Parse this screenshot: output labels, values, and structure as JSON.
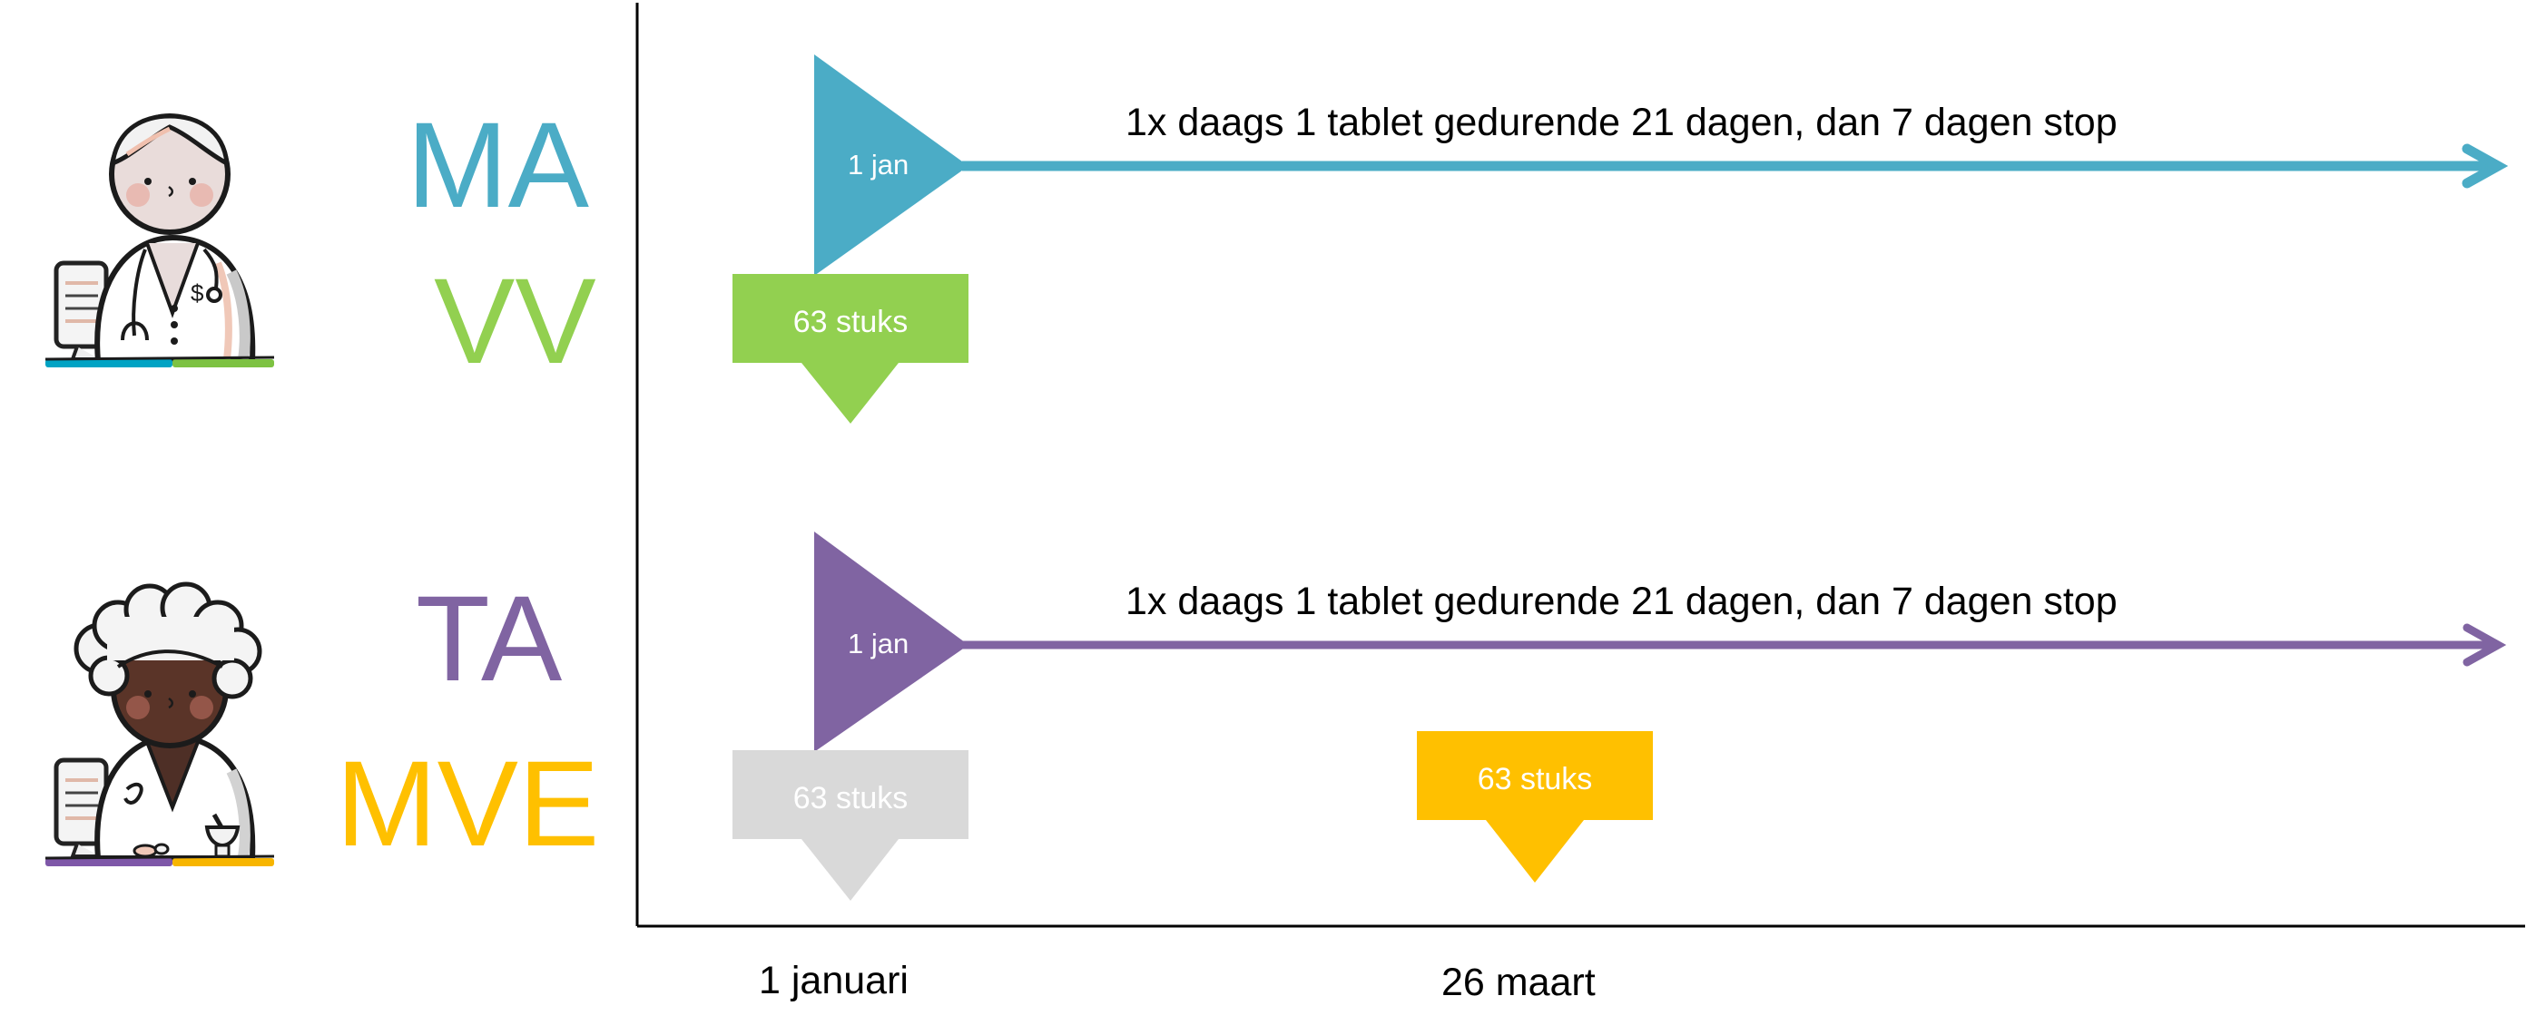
{
  "colors": {
    "ma": "#4BACC6",
    "vv": "#92D050",
    "ta": "#8064A2",
    "mve": "#FFC000",
    "inactive": "#D9D9D9",
    "axis": "#000000",
    "text_on_shape": "#FFFFFF"
  },
  "actors": [
    {
      "name": "doctor",
      "illustration": "doctor-illustration",
      "roles": [
        {
          "code": "MA",
          "color_key": "ma"
        },
        {
          "code": "VV",
          "color_key": "vv"
        }
      ],
      "desk_colors": [
        "#00A3C4",
        "#7DC242"
      ]
    },
    {
      "name": "pharmacist",
      "illustration": "pharmacist-illustration",
      "roles": [
        {
          "code": "TA",
          "color_key": "ta"
        },
        {
          "code": "MVE",
          "color_key": "mve"
        }
      ],
      "desk_colors": [
        "#7E57A8",
        "#F7B500"
      ]
    }
  ],
  "timelines": [
    {
      "role": "MA",
      "start_label": "1 jan",
      "instruction": "1x daags 1 tablet gedurende 21 dagen, dan 7 dagen stop",
      "color_key": "ma"
    },
    {
      "role": "TA",
      "start_label": "1 jan",
      "instruction": "1x daags 1 tablet gedurende 21 dagen, dan 7 dagen stop",
      "color_key": "ta"
    }
  ],
  "dispenses": [
    {
      "role": "VV",
      "label": "63 stuks",
      "date": "1 januari",
      "color_key": "vv"
    },
    {
      "role": "MVE",
      "label": "63 stuks",
      "date": "1 januari",
      "color_key": "inactive"
    },
    {
      "role": "MVE",
      "label": "63 stuks",
      "date": "26 maart",
      "color_key": "mve"
    }
  ],
  "x_axis": {
    "ticks": [
      "1 januari",
      "26 maart"
    ]
  }
}
